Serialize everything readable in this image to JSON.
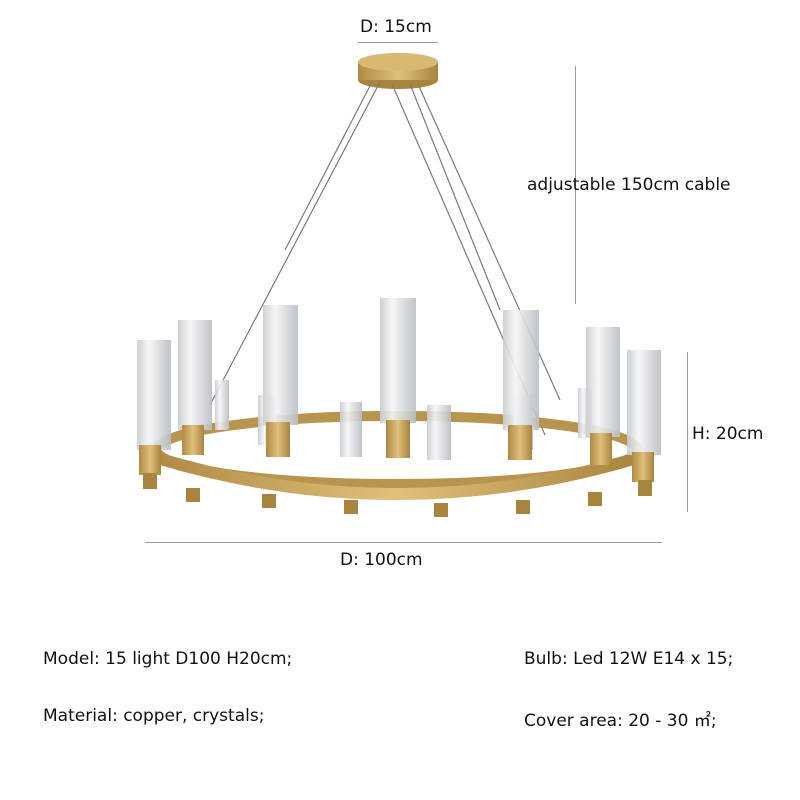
{
  "dimensions": {
    "canopy_diameter": "D: 15cm",
    "cable": "adjustable 150cm cable",
    "height": "H: 20cm",
    "ring_diameter": "D: 100cm"
  },
  "specs": {
    "model": "Model: 15 light D100 H20cm;",
    "bulb": "Bulb: Led 12W E14 x 15;",
    "material": "Material: copper, crystals;",
    "cover_area": "Cover area: 20 - 30 ㎡;"
  },
  "colors": {
    "brass": "#c9a45c",
    "brass_dark": "#a9843f",
    "glass": "#dcdfe2"
  }
}
